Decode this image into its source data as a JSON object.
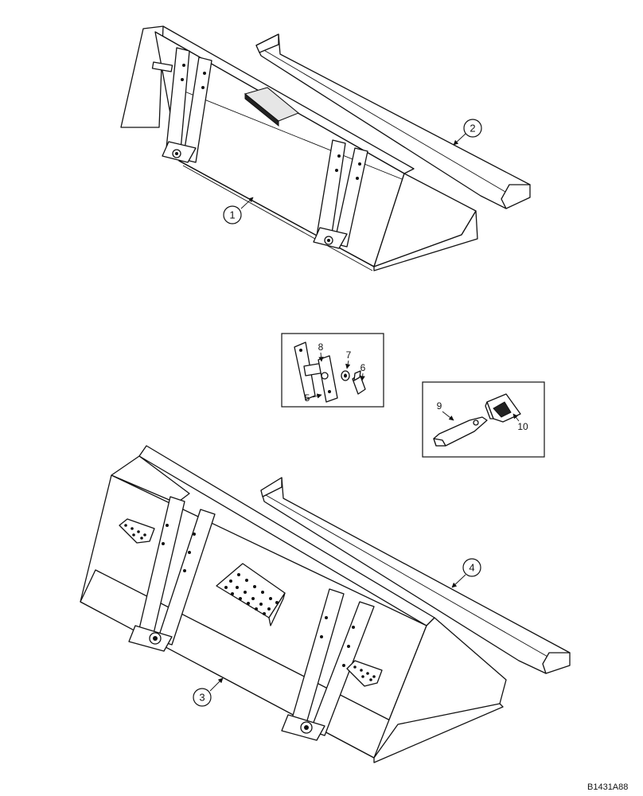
{
  "callouts": {
    "bucket_1": "1",
    "bar_2": "2",
    "bucket_3": "3",
    "bar_4": "4",
    "plate_5": "5",
    "bolt_6": "6",
    "washer_7": "7",
    "pin_8": "8",
    "adapter_9": "9",
    "tooth_10": "10"
  },
  "reference_code": "B1431A88"
}
